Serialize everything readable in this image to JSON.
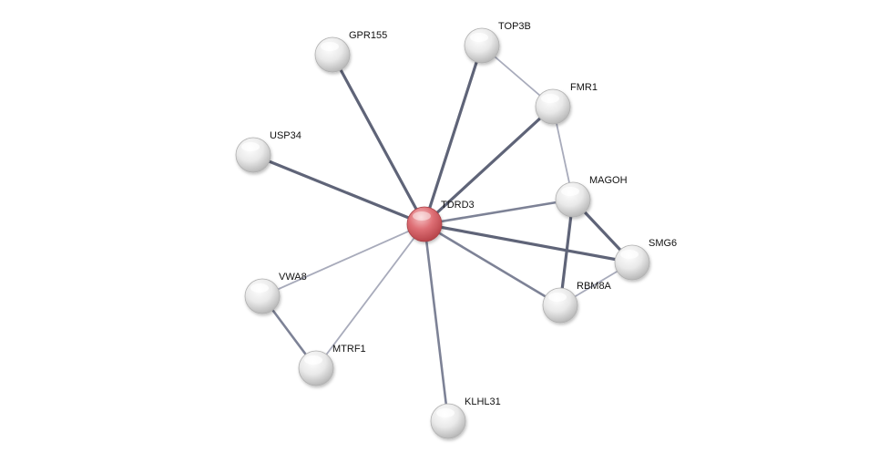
{
  "network": {
    "center": "TDRD3",
    "nodes": [
      {
        "id": "TDRD3",
        "label": "TDRD3",
        "query": true
      },
      {
        "id": "GPR155",
        "label": "GPR155",
        "query": false
      },
      {
        "id": "TOP3B",
        "label": "TOP3B",
        "query": false
      },
      {
        "id": "FMR1",
        "label": "FMR1",
        "query": false
      },
      {
        "id": "USP34",
        "label": "USP34",
        "query": false
      },
      {
        "id": "MAGOH",
        "label": "MAGOH",
        "query": false
      },
      {
        "id": "SMG6",
        "label": "SMG6",
        "query": false
      },
      {
        "id": "RBM8A",
        "label": "RBM8A",
        "query": false
      },
      {
        "id": "VWA8",
        "label": "VWA8",
        "query": false
      },
      {
        "id": "MTRF1",
        "label": "MTRF1",
        "query": false
      },
      {
        "id": "KLHL31",
        "label": "KLHL31",
        "query": false
      }
    ],
    "edges": [
      {
        "source": "TDRD3",
        "target": "GPR155",
        "strength": "high"
      },
      {
        "source": "TDRD3",
        "target": "TOP3B",
        "strength": "high"
      },
      {
        "source": "TDRD3",
        "target": "FMR1",
        "strength": "high"
      },
      {
        "source": "TDRD3",
        "target": "USP34",
        "strength": "high"
      },
      {
        "source": "TDRD3",
        "target": "MAGOH",
        "strength": "medium"
      },
      {
        "source": "TDRD3",
        "target": "SMG6",
        "strength": "high"
      },
      {
        "source": "TDRD3",
        "target": "RBM8A",
        "strength": "medium"
      },
      {
        "source": "TDRD3",
        "target": "VWA8",
        "strength": "low"
      },
      {
        "source": "TDRD3",
        "target": "MTRF1",
        "strength": "low"
      },
      {
        "source": "TDRD3",
        "target": "KLHL31",
        "strength": "medium"
      },
      {
        "source": "TOP3B",
        "target": "FMR1",
        "strength": "low"
      },
      {
        "source": "FMR1",
        "target": "MAGOH",
        "strength": "low"
      },
      {
        "source": "MAGOH",
        "target": "SMG6",
        "strength": "high"
      },
      {
        "source": "MAGOH",
        "target": "RBM8A",
        "strength": "high"
      },
      {
        "source": "SMG6",
        "target": "RBM8A",
        "strength": "low"
      },
      {
        "source": "VWA8",
        "target": "MTRF1",
        "strength": "medium"
      }
    ],
    "colors": {
      "query_node": "#d9666c",
      "other_node": "#e6e6e6",
      "edge_high": "#5f6478",
      "edge_medium": "#7d8296",
      "edge_low": "#a8abbb"
    }
  }
}
